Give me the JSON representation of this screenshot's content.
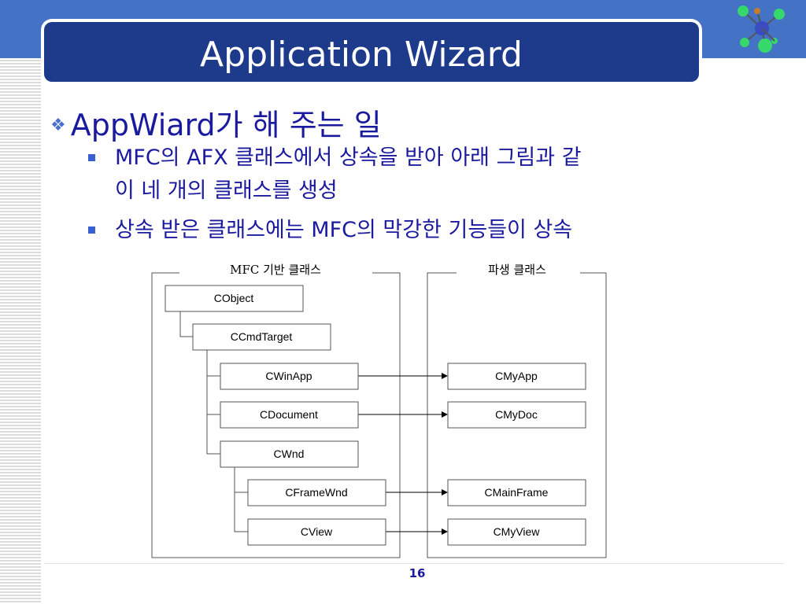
{
  "slide": {
    "title": "Application Wizard",
    "bullet1": "AppWiard가 해 주는 일",
    "sub1_line1": "MFC의 AFX 클래스에서 상속을 받아 아래 그림과 같",
    "sub1_line2": "이 네 개의 클래스를 생성",
    "sub2": "상속 받은 클래스에는 MFC의 막강한 기능들이 상속",
    "page_number": "16"
  },
  "diagram": {
    "left_group_title": "MFC 기반 클래스",
    "right_group_title": "파생 클래스",
    "base_classes": [
      "CObject",
      "CCmdTarget",
      "CWinApp",
      "CDocument",
      "CWnd",
      "CFrameWnd",
      "CView"
    ],
    "derived_classes": [
      "CMyApp",
      "CMyDoc",
      "CMainFrame",
      "CMyView"
    ],
    "derivations": [
      {
        "from": "CWinApp",
        "to": "CMyApp"
      },
      {
        "from": "CDocument",
        "to": "CMyDoc"
      },
      {
        "from": "CFrameWnd",
        "to": "CMainFrame"
      },
      {
        "from": "CView",
        "to": "CMyView"
      }
    ]
  },
  "colors": {
    "header_band": "#4472c4",
    "title_fill": "#1e3a8a",
    "text_blue": "#1a1a9e"
  },
  "icons": [
    "molecule-logo-icon",
    "diamond-bullet-icon",
    "square-bullet-icon"
  ]
}
